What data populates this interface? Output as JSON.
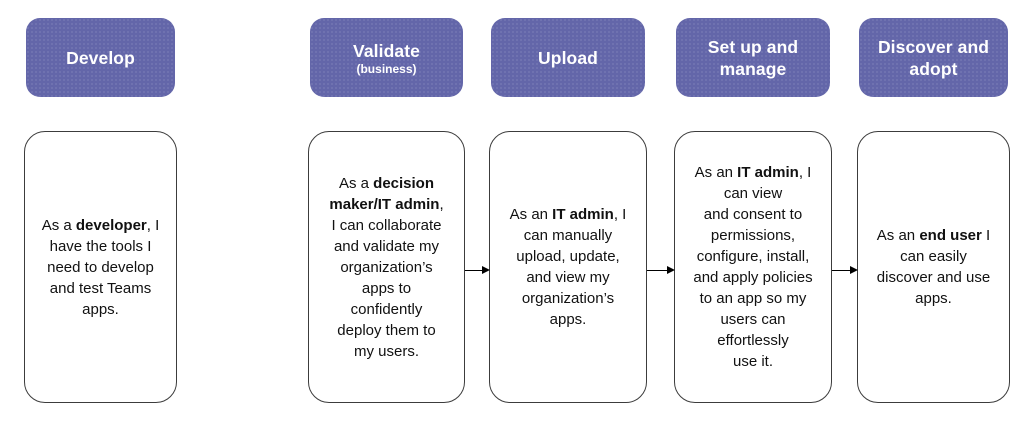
{
  "stages": [
    {
      "id": "develop",
      "header": {
        "title": "Develop"
      },
      "body": {
        "prefix": "As a ",
        "bold": "developer",
        "suffix": ", I\nhave the tools I\nneed to develop\nand test Teams\napps."
      }
    },
    {
      "id": "validate",
      "header": {
        "title": "Validate",
        "subtitle": "(business)"
      },
      "body": {
        "prefix": "As a ",
        "bold": "decision\nmaker/IT admin",
        "suffix": ",\nI can collaborate\nand validate my\norganization’s\napps to\nconfidently\ndeploy them to\nmy users."
      }
    },
    {
      "id": "upload",
      "header": {
        "title": "Upload"
      },
      "body": {
        "prefix": "As an ",
        "bold": "IT admin",
        "suffix": ", I\ncan manually\nupload, update,\nand view my\norganization’s\napps."
      }
    },
    {
      "id": "set-up-and-manage",
      "header": {
        "title": "Set up and\nmanage"
      },
      "body": {
        "prefix": "As an ",
        "bold": "IT admin",
        "suffix": ", I\ncan view\nand consent to\npermissions,\nconfigure, install,\nand apply policies\nto an app so my\nusers can\neffortlessly\nuse it."
      }
    },
    {
      "id": "discover-and-adopt",
      "header": {
        "title": "Discover and\nadopt"
      },
      "body": {
        "prefix": "As an ",
        "bold": "end user",
        "suffix": " I\ncan easily\ndiscover and use\napps."
      }
    }
  ],
  "arrows": [
    {
      "from": "Validate",
      "to": "Upload"
    },
    {
      "from": "Upload",
      "to": "Set up and manage"
    },
    {
      "from": "Set up and manage",
      "to": "Discover and adopt"
    }
  ],
  "colors": {
    "background": "#FFFFFF",
    "header_bg": "#6366A9",
    "header_text": "#FFFFFF",
    "card_bg": "#FFFFFF",
    "card_border": "#3C3C3C",
    "body_text": "#111111",
    "arrow": "#000000"
  }
}
